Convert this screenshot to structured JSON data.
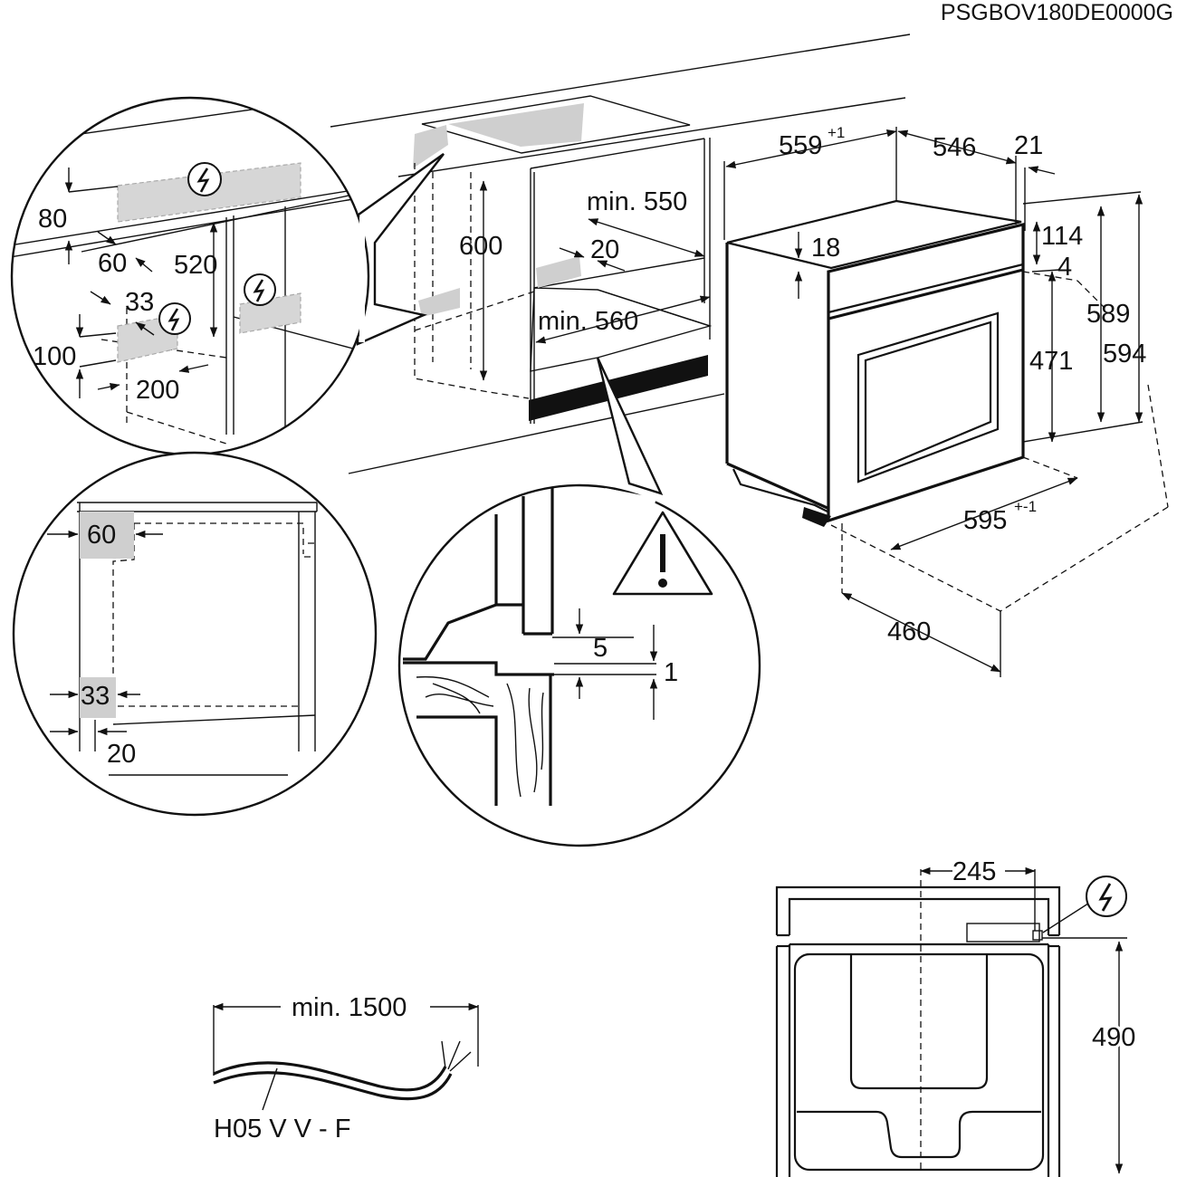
{
  "document_code": "PSGBOV180DE0000G",
  "niche_dims": {
    "height": "600",
    "depth": "min. 550",
    "gap": "20",
    "width": "min. 560"
  },
  "oven_dims": {
    "depth_total": "559",
    "depth_total_tol": "+1",
    "depth_body": "546",
    "front_panel": "21",
    "top_offset": "18",
    "panel_height": "114",
    "panel_gap": "4",
    "body_height": "471",
    "height_589": "589",
    "height_594": "594",
    "width": "595",
    "width_tol": "+-1",
    "body_depth": "460"
  },
  "zoom_top": {
    "d80": "80",
    "d60": "60",
    "d520": "520",
    "d33": "33",
    "d100": "100",
    "d200": "200"
  },
  "zoom_side": {
    "d60": "60",
    "d33": "33",
    "d20": "20"
  },
  "zoom_detail": {
    "d5": "5",
    "d1": "1"
  },
  "cable": {
    "length": "min. 1500",
    "type": "H05 V V - F"
  },
  "rear": {
    "d245": "245",
    "d490": "490"
  },
  "icons": [
    "electric-connection-icon",
    "warning-triangle-icon"
  ],
  "colors": {
    "line": "#111111",
    "zone": "#cfcfcf"
  }
}
